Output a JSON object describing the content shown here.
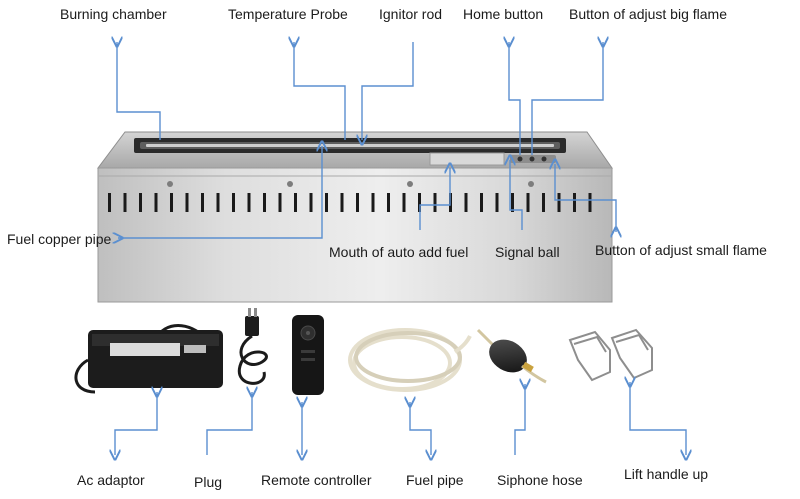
{
  "labels": {
    "burning_chamber": "Burning chamber",
    "temperature_probe": "Temperature Probe",
    "ignitor_rod": "Ignitor rod",
    "home_button": "Home button",
    "big_flame_button": "Button of adjust big flame",
    "fuel_copper_pipe": "Fuel copper pipe",
    "auto_add_fuel_mouth": "Mouth of auto add fuel",
    "signal_ball": "Signal ball",
    "small_flame_button": "Button of adjust small flame",
    "ac_adaptor": "Ac adaptor",
    "plug": "Plug",
    "remote_controller": "Remote controller",
    "fuel_pipe": "Fuel pipe",
    "siphone_hose": "Siphone hose",
    "lift_handle_up": "Lift handle up"
  },
  "colors": {
    "callout": "#5b8fd0",
    "steel_light": "#e8e8e8",
    "steel_mid": "#c9c9c9",
    "steel_dark": "#9c9c9c",
    "slot": "#1a1a1a",
    "adaptor": "#1c1c1c",
    "hose": "#e9e3d2"
  },
  "icons": {
    "product": "bio-ethanol-burner-insert",
    "adaptor": "power-adapter-icon",
    "plug": "power-plug-icon",
    "remote": "remote-control-icon",
    "fuel_pipe": "coiled-tube-icon",
    "siphon": "siphon-bulb-icon",
    "handle": "wire-handle-icon"
  }
}
